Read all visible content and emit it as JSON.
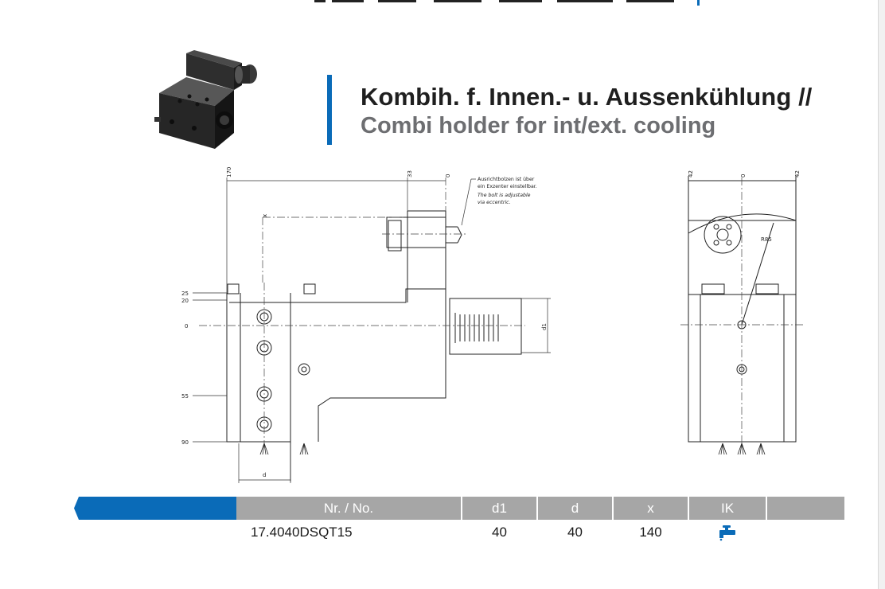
{
  "header": {
    "title_de": "Kombih. f. Innen.- u. Aussenkühlung //",
    "title_en": "Combi holder for int/ext. cooling"
  },
  "colors": {
    "accent": "#0a6bb8",
    "header_gray": "#a6a6a6",
    "subtitle_gray": "#6d6e71"
  },
  "drawing": {
    "dims_top": [
      "170",
      "33",
      "0"
    ],
    "dims_left": [
      "25",
      "20",
      "0",
      "55",
      "90"
    ],
    "dims_side_top": [
      "42",
      "0",
      "42"
    ],
    "label_x": "x",
    "label_d": "d",
    "label_d1": "d1",
    "label_radius": "R85",
    "note_de": [
      "Ausrichtbolzen ist über",
      "ein Exzenter einstellbar."
    ],
    "note_en": [
      "The bolt is adjustable",
      "via eccentric."
    ]
  },
  "table": {
    "columns": [
      "Nr. / No.",
      "d1",
      "d",
      "x",
      "IK"
    ],
    "rows": [
      {
        "nr": "17.4040DSQT15",
        "d1": "40",
        "d": "40",
        "x": "140",
        "ik": "coolant-tap-icon"
      }
    ]
  }
}
